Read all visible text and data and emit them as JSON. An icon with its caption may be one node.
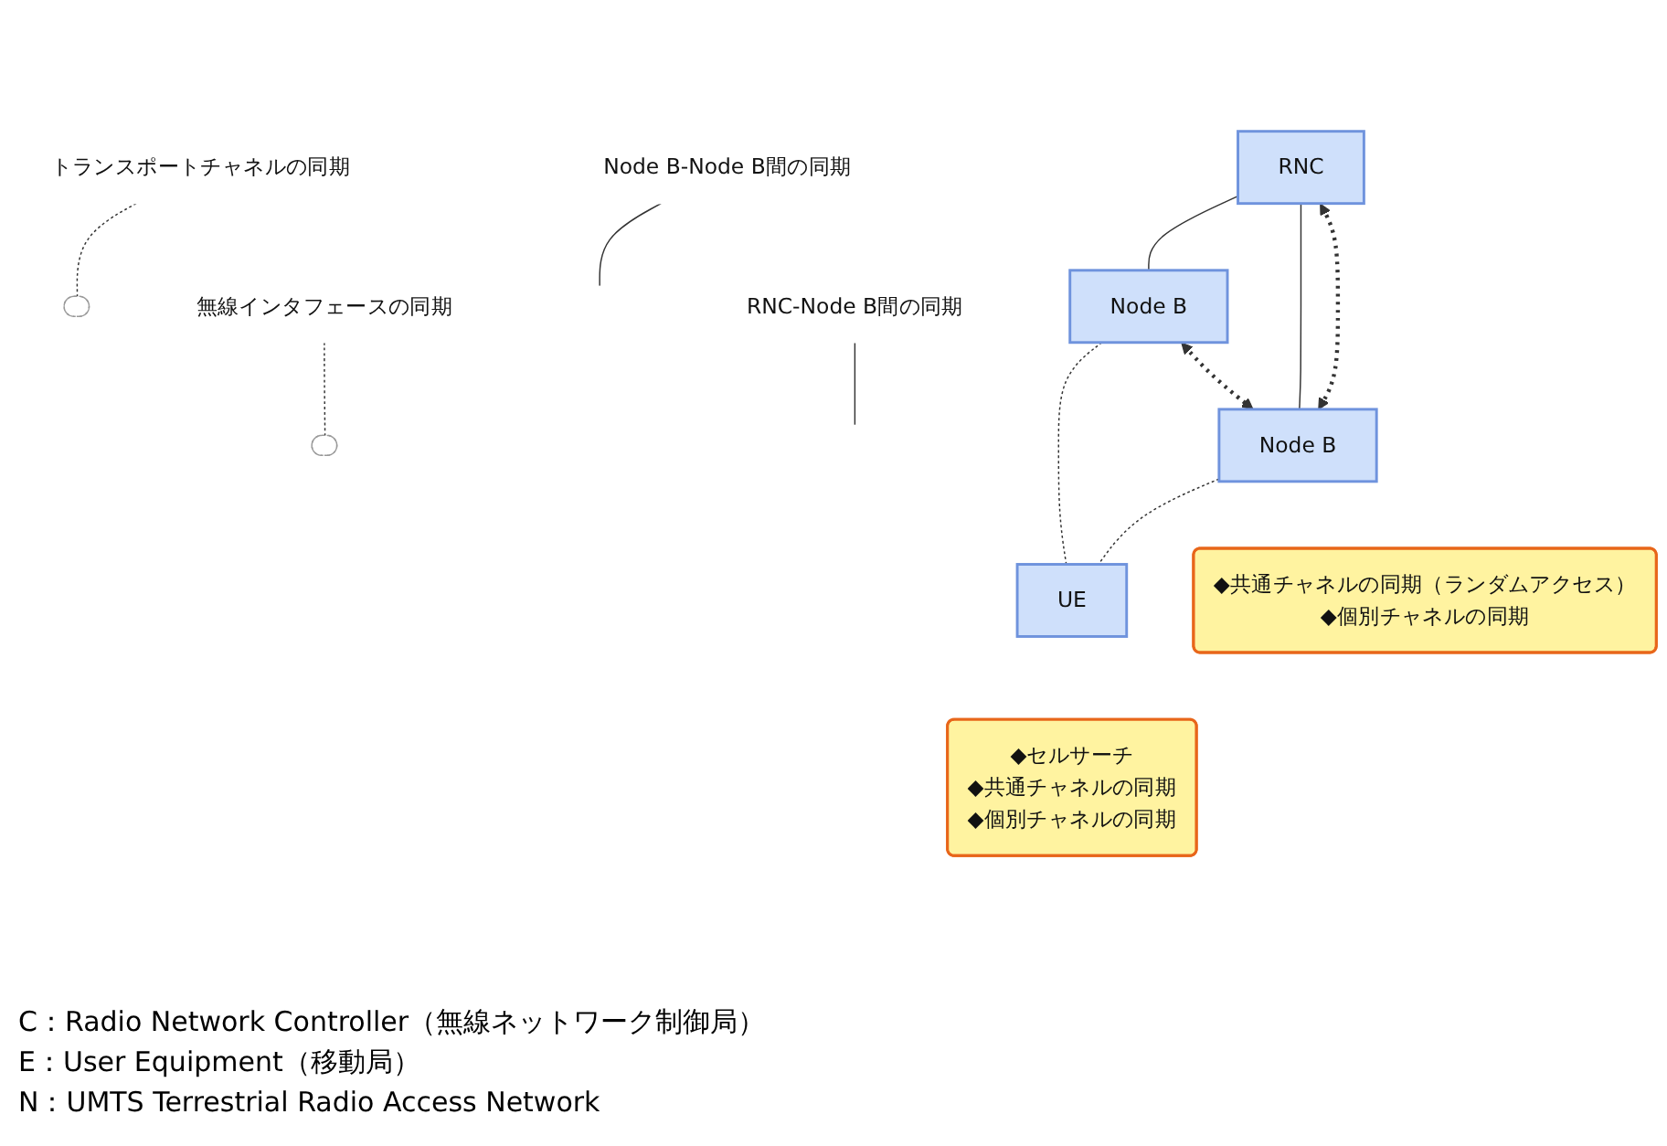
{
  "diagram": {
    "nodes": [
      {
        "text": [
          "RNC"
        ]
      },
      {
        "text": [
          "Node B"
        ]
      },
      {
        "text": [
          "Node B"
        ]
      },
      {
        "text": [
          "UE"
        ]
      },
      {
        "text": [
          "トランスポートチャネルの同期"
        ]
      },
      {
        "text": [],
        "shape": "ellipse"
      },
      {
        "text": [
          "Node B-Node B間の同期"
        ]
      },
      {
        "text": [
          "RNC-Node B間の同期"
        ]
      },
      {
        "text": [
          "◆共通チャネルの同期（ランダムアクセス）",
          "◆個別チャネルの同期"
        ]
      },
      {
        "text": [
          "無線インタフェースの同期"
        ]
      },
      {
        "text": [],
        "shape": "ellipse"
      },
      {
        "text": [
          "◆セルサーチ",
          "◆共通チャネルの同期",
          "◆個別チャネルの同期"
        ]
      }
    ],
    "edges": [
      {
        "from": 0,
        "to": 1,
        "arrow": "none"
      },
      {
        "from": 0,
        "to": 2,
        "arrow": "none"
      },
      {
        "from": 1,
        "to": 3,
        "arrow": "none",
        "style": "dashed"
      },
      {
        "from": 2,
        "to": 3,
        "arrow": "none",
        "style": "dashed"
      },
      {
        "from": 1,
        "to": 2,
        "arrow": "both",
        "style": "dashed"
      },
      {
        "from": 0,
        "to": 2,
        "arrow": "both",
        "style": "dashed"
      },
      {
        "from": 4,
        "to": 5,
        "arrow": "none",
        "style": "dashed"
      },
      {
        "from": 6,
        "to": null,
        "arrow": "none"
      },
      {
        "from": 7,
        "to": null,
        "arrow": "none"
      },
      {
        "from": 9,
        "to": 10,
        "arrow": "none",
        "style": "dashed"
      }
    ],
    "labels": [
      "C：Radio Network Controller（無線ネットワーク制御局）",
      "E：User Equipment（移動局）",
      "N：UMTS Terrestrial Radio Access Network"
    ]
  }
}
